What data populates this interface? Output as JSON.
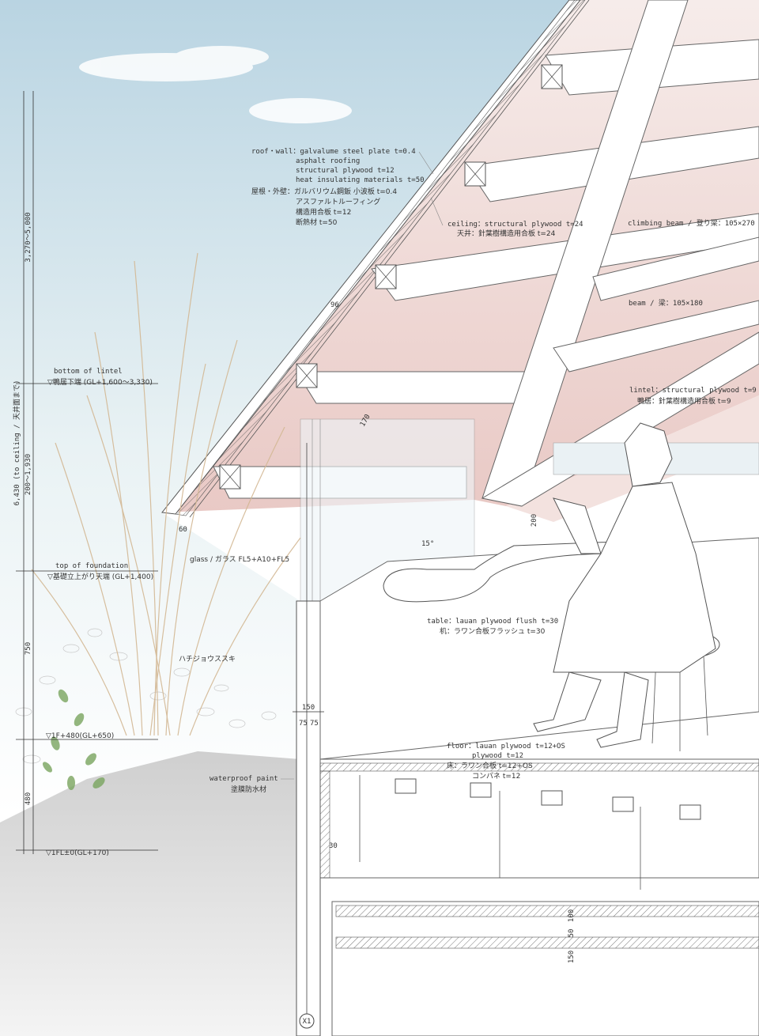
{
  "dimensions": {
    "overall": "6,430 (to ceiling / 天井面まで)",
    "upper": "3,270～5,000",
    "lintel_range": "200～1,930",
    "d750": "750",
    "d480": "480",
    "d150": "150",
    "d75a": "75",
    "d75b": "75",
    "roof_96": "96",
    "roof_60": "60",
    "roof_170": "170",
    "lintel_200": "200",
    "angle_15": "15°",
    "floor_30": "30",
    "base_100": "100",
    "base_50": "50",
    "base_150": "150"
  },
  "levels": {
    "lintel_en": "bottom of lintel",
    "lintel_jp": "▽鴨居下端 (GL+1,600～3,330)",
    "foundation_en": "top of foundation",
    "foundation_jp": "▽基礎立上がり天端 (GL+1,400)",
    "fl1": "▽1F+480(GL+650)",
    "fl0": "▽1FL±0(GL+170)"
  },
  "labels": {
    "roof_en": [
      "roof・wall：galvalume steel plate t=0.4",
      "asphalt roofing",
      "structural plywood t=12",
      "heat insulating materials t=50"
    ],
    "roof_jp": [
      "屋根・外壁：ガルバリウム鋼鈑 小波板 t=0.4",
      "アスファルトルーフィング",
      "構造用合板 t=12",
      "断熱材 t=50"
    ],
    "ceiling_en": "ceiling：structural plywood t=24",
    "ceiling_jp": "天井：針葉樹構造用合板 t=24",
    "climbing_beam": "climbing beam / 登り梁：105×270",
    "beam": "beam / 梁：105×180",
    "lintel_en": "lintel：structural plywood t=9",
    "lintel_jp": "鴨居：針葉樹構造用合板 t=9",
    "glass": "glass / ガラス FL5+A10+FL5",
    "table_en": "table：lauan plywood flush t=30",
    "table_jp": "机：ラワン合板フラッシュ t=30",
    "grass": "ハチジョウススキ",
    "floor_en": [
      "floor：lauan plywood t=12+OS",
      "plywood t=12"
    ],
    "floor_jp": [
      "床：ラワン合板 t=12+OS",
      "コンパネ t=12"
    ],
    "waterproof_en": "waterproof paint",
    "waterproof_jp": "塗膜防水材",
    "axis": "X1"
  },
  "colors": {
    "sky": "#d3e6f0",
    "ceiling": "#efd6d2",
    "ground": "#d9d9d9",
    "grass": "#d9c3a3",
    "leaf": "#7aa55f"
  }
}
